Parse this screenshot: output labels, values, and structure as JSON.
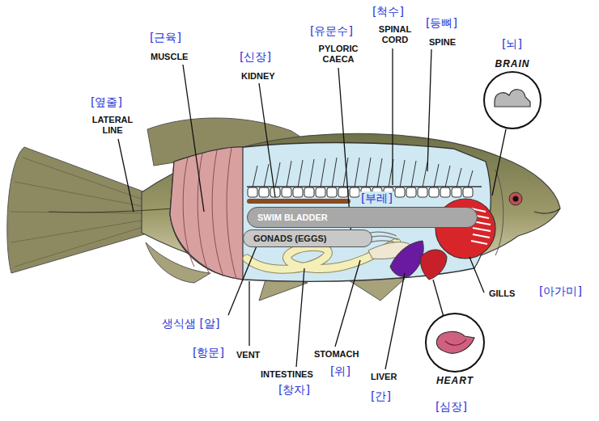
{
  "diagram": {
    "nodes": [
      {
        "text": [
          "SWIM BLADDER"
        ]
      },
      {
        "text": [
          "GONADS (EGGS)"
        ]
      },
      {
        "text": [
          "BRAIN"
        ]
      },
      {
        "text": [
          "HEART"
        ]
      }
    ],
    "labels": [
      "[옆줄]",
      "LATERAL LINE",
      "[근육]",
      "MUSCLE",
      "[신장]",
      "KIDNEY",
      "[유문수]",
      "PYLORIC CAECA",
      "[척수]",
      "SPINAL CORD",
      "[등뼈]",
      "SPINE",
      "[뇌]",
      "[부레]",
      "GILLS",
      "[아가미]",
      "생식샘 [알]",
      "[항문]",
      "VENT",
      "INTESTINES",
      "STOMACH",
      "[위]",
      "[창자]",
      "LIVER",
      "[간]",
      "[심장]"
    ]
  }
}
